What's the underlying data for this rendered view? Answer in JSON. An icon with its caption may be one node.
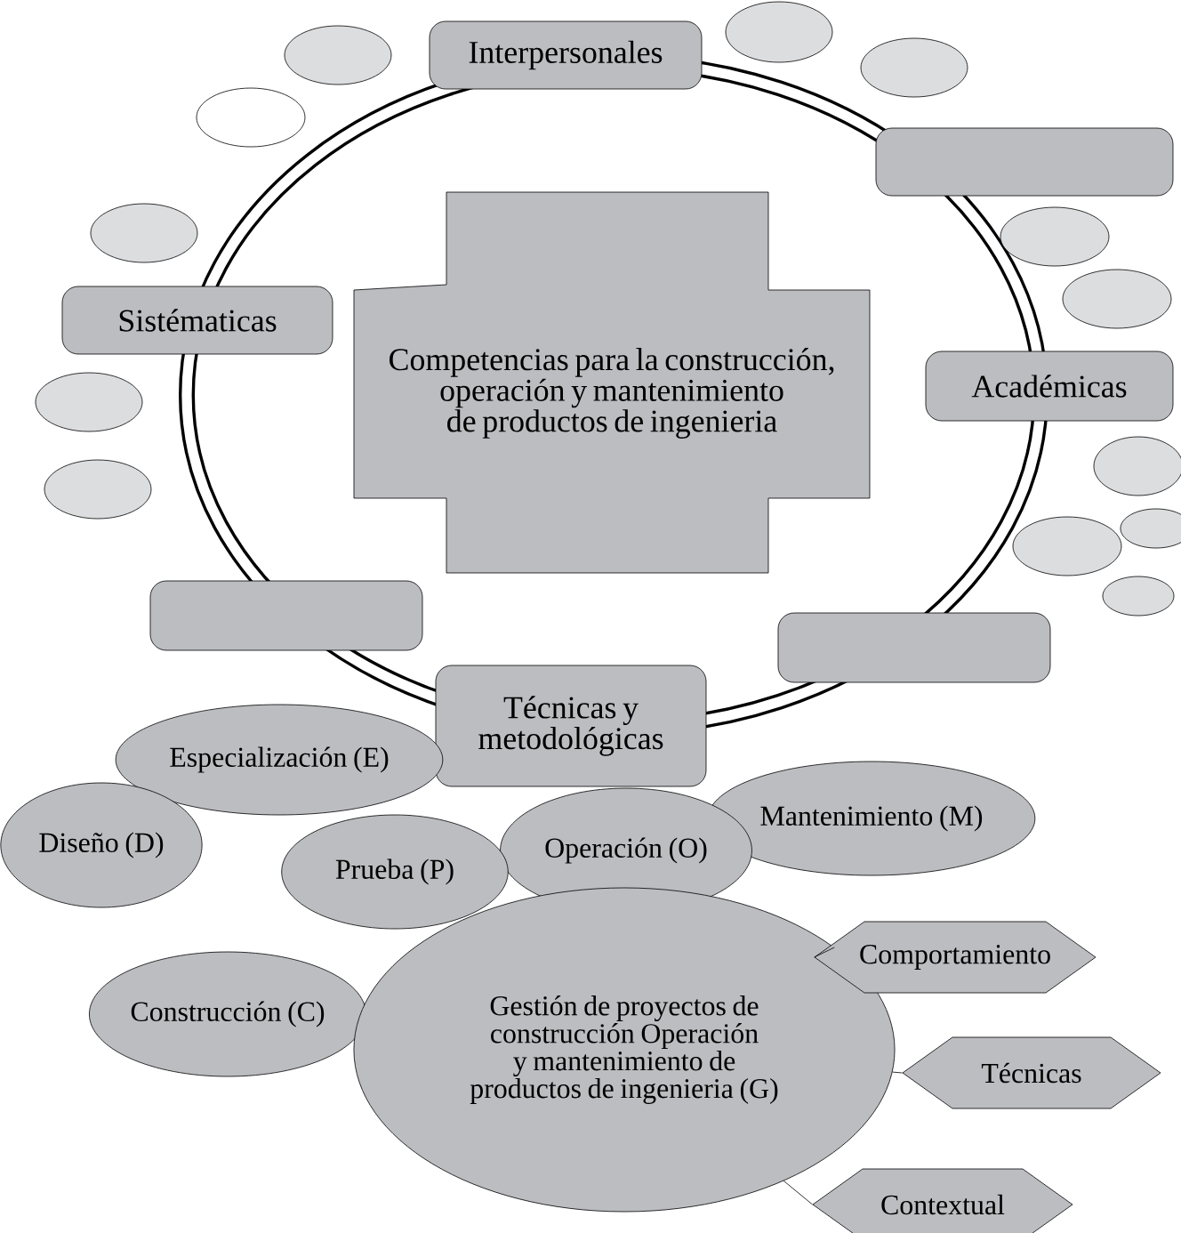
{
  "diagram": {
    "nodes": [
      {
        "text": [],
        "shape": "ellipse"
      },
      {
        "text": [
          "Interpersonales"
        ]
      },
      {
        "text": [],
        "shape": "ellipse"
      },
      {
        "text": [],
        "shape": "ellipse"
      },
      {
        "text": [],
        "shape": "ellipse"
      },
      {
        "text": [],
        "shape": "box"
      },
      {
        "text": [],
        "shape": "ellipse"
      },
      {
        "text": [],
        "shape": "ellipse"
      },
      {
        "text": [],
        "shape": "ellipse"
      },
      {
        "text": [
          "Sistématicas"
        ]
      },
      {
        "text": [
          "Competencias para la construcción, operación y mantenimiento de productos de ingenieria"
        ]
      },
      {
        "text": [
          "Académicas"
        ]
      },
      {
        "text": [],
        "shape": "ellipse"
      },
      {
        "text": [],
        "shape": "ellipse"
      },
      {
        "text": [],
        "shape": "ellipse"
      },
      {
        "text": [],
        "shape": "ellipse"
      },
      {
        "text": [],
        "shape": "ellipse"
      },
      {
        "text": [],
        "shape": "ellipse"
      },
      {
        "text": [],
        "shape": "box"
      },
      {
        "text": [],
        "shape": "box"
      },
      {
        "text": [
          "Técnicas y metodológicas"
        ]
      },
      {
        "text": [
          "Especialización (E)"
        ]
      },
      {
        "text": [
          "Mantenimiento (M)"
        ]
      },
      {
        "text": [
          "Diseño (D)"
        ]
      },
      {
        "text": [
          "Operación (O)"
        ]
      },
      {
        "text": [
          "Prueba (P)"
        ]
      },
      {
        "text": [
          "Construcción (C)"
        ]
      },
      {
        "text": [
          "Gestión de proyectos de construcción Operación y mantenimiento de productos de ingenieria (G)"
        ]
      },
      {
        "text": [
          "Comportamiento"
        ]
      },
      {
        "text": [
          "Técnicas"
        ]
      },
      {
        "text": [
          "Contextual"
        ]
      }
    ],
    "edges": [
      {
        "from": 27,
        "to": 28,
        "arrow": "none"
      },
      {
        "from": 27,
        "to": 29,
        "arrow": "none"
      },
      {
        "from": 27,
        "to": 30,
        "arrow": "none"
      }
    ]
  }
}
